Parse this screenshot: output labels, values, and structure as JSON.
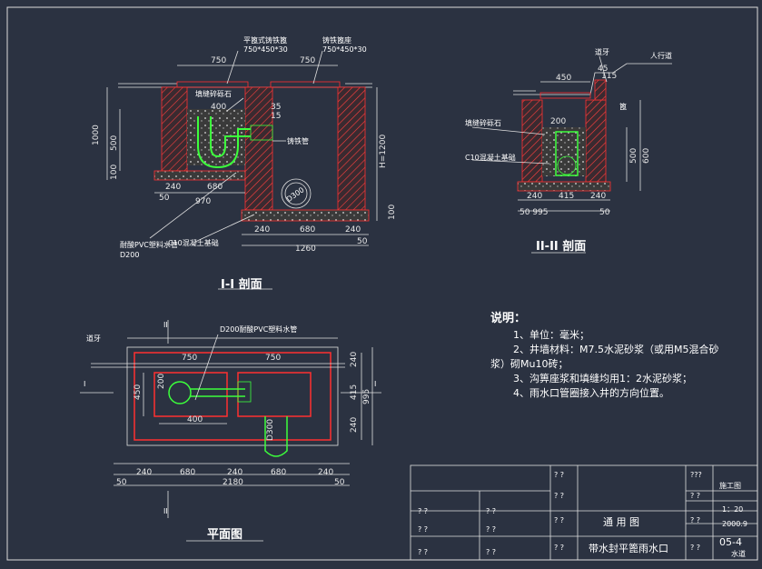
{
  "colors": {
    "background": "#2b3241",
    "line": "#e0e0e0",
    "wall": "#ff3030",
    "pipe": "#3cff3c",
    "note": "#ffffff"
  },
  "section_11": {
    "title": "I-I 剖面",
    "top_dims": [
      "750",
      "750"
    ],
    "cover_label": "平篦式铸铁篦",
    "cover_size": "750*450*30",
    "cover_label2": "铸铁篦座",
    "cover_size2": "750*450*30",
    "gravel_label": "填缝碎砾石",
    "pipe_label": "铸铁管",
    "inner_dims": [
      "400",
      "35",
      "15"
    ],
    "left_dims": [
      "1000",
      "500",
      "100"
    ],
    "height_dim": "H=1200",
    "bottom_inner": [
      "240",
      "680",
      "50"
    ],
    "dim_970": "970",
    "bottom_outer": [
      "240",
      "680",
      "240",
      "50"
    ],
    "total": "1260",
    "dim_100": "100",
    "label_upvc": "耐酸PVC塑料水管",
    "label_d200": "D200",
    "label_c10": "C10混凝土基础",
    "round_pipe": "D300"
  },
  "section_22": {
    "title": "II-II 剖面",
    "top_dim": "450",
    "dims_right": [
      "45",
      "115"
    ],
    "road_label": "人行道",
    "curb_label": "道牙",
    "grate_label": "篦",
    "dim_200": "200",
    "gravel_label": "填缝碎砾石",
    "c10_label": "C10混凝土基础",
    "dims_h": [
      "500",
      "600"
    ],
    "bottom": [
      "240",
      "415",
      "240"
    ],
    "total": "50 995",
    "b50": "50"
  },
  "plan": {
    "title": "平面图",
    "marker": "II",
    "marker_left": "I",
    "curb_label": "道牙",
    "pipe_label": "D200耐酸PVC塑料水管",
    "top_dims": [
      "750",
      "750"
    ],
    "dims_inner": [
      "200",
      "450",
      "400"
    ],
    "right_dims": [
      "240",
      "415",
      "240",
      "995"
    ],
    "bottom_dims": [
      "240",
      "680",
      "240",
      "680",
      "240"
    ],
    "total": "2180",
    "b50": [
      "50",
      "50"
    ],
    "round": "D300"
  },
  "notes": {
    "heading": "说明：",
    "lines": [
      "1、单位：毫米；",
      "2、井墙材料：M7.5水泥砂浆（或用M5混合砂",
      "浆）砌Mu10砖；",
      "3、沟箅座浆和填缝均用1：2水泥砂浆；",
      "4、雨水口管圈接入井的方向位置。"
    ]
  },
  "title_block": {
    "drawing_type": "通 用 图",
    "drawing_name": "带水封平篦雨水口",
    "stage": "施工图",
    "scale": "1：20",
    "date": "2000.9",
    "number": "05-4",
    "category": "水道",
    "placeholder": "? ?",
    "placeholder3": "???"
  }
}
